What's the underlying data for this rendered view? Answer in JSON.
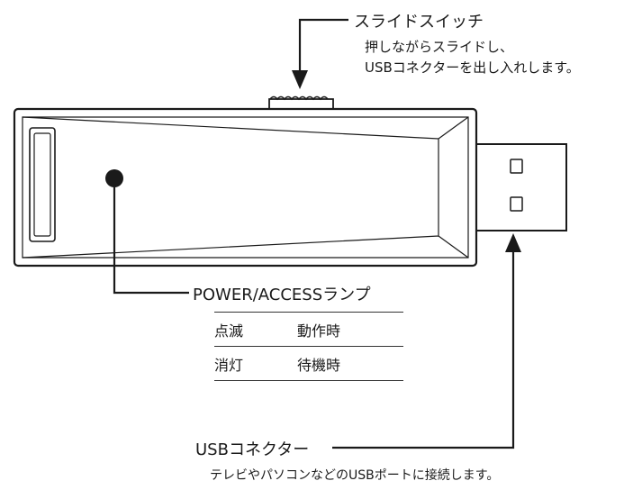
{
  "slide_switch": {
    "title": "スライドスイッチ",
    "desc_line1": "押しながらスライドし、",
    "desc_line2": "USBコネクターを出し入れします。"
  },
  "power_lamp": {
    "title": "POWER/ACCESSランプ",
    "table": [
      {
        "state": "点滅",
        "meaning": "動作時"
      },
      {
        "state": "消灯",
        "meaning": "待機時"
      }
    ]
  },
  "usb_connector": {
    "title": "USBコネクター",
    "desc": "テレビやパソコンなどのUSBポートに接続します。"
  }
}
